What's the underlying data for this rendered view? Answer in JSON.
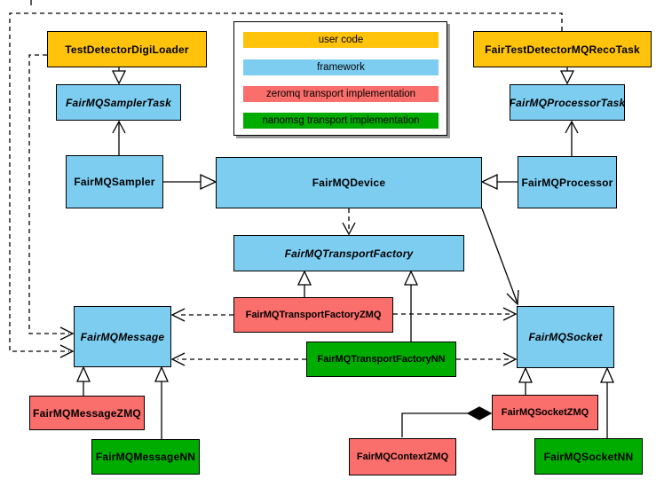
{
  "colors": {
    "user_code": "#FFC30B",
    "framework": "#7DCDF1",
    "zeromq": "#FA6E6B",
    "nanomsg": "#00AC00",
    "line": "#000000",
    "background": "#FFFFFF",
    "legend_shadow": "#9A9A9A"
  },
  "legend": {
    "items": [
      {
        "id": "user-code",
        "label": "user code",
        "color_key": "user_code"
      },
      {
        "id": "framework",
        "label": "framework",
        "color_key": "framework"
      },
      {
        "id": "zeromq",
        "label": "zeromq transport implementation",
        "color_key": "zeromq"
      },
      {
        "id": "nanomsg",
        "label": "nanomsg transport implementation",
        "color_key": "nanomsg"
      }
    ]
  },
  "nodes": {
    "digiloader": {
      "label": "TestDetectorDigiLoader",
      "category": "user_code",
      "abstract": false
    },
    "recotask": {
      "label": "FairTestDetectorMQRecoTask",
      "category": "user_code",
      "abstract": false
    },
    "samplertask": {
      "label": "FairMQSamplerTask",
      "category": "framework",
      "abstract": true
    },
    "processortask": {
      "label": "FairMQProcessorTask",
      "category": "framework",
      "abstract": true
    },
    "sampler": {
      "label": "FairMQSampler",
      "category": "framework",
      "abstract": false
    },
    "device": {
      "label": "FairMQDevice",
      "category": "framework",
      "abstract": false
    },
    "processor": {
      "label": "FairMQProcessor",
      "category": "framework",
      "abstract": false
    },
    "transportfactory": {
      "label": "FairMQTransportFactory",
      "category": "framework",
      "abstract": true
    },
    "factoryzmq": {
      "label": "FairMQTransportFactoryZMQ",
      "category": "zeromq",
      "abstract": false
    },
    "factorynn": {
      "label": "FairMQTransportFactoryNN",
      "category": "nanomsg",
      "abstract": false
    },
    "message": {
      "label": "FairMQMessage",
      "category": "framework",
      "abstract": true
    },
    "socket": {
      "label": "FairMQSocket",
      "category": "framework",
      "abstract": true
    },
    "messagezmq": {
      "label": "FairMQMessageZMQ",
      "category": "zeromq",
      "abstract": false
    },
    "messagenn": {
      "label": "FairMQMessageNN",
      "category": "nanomsg",
      "abstract": false
    },
    "socketzmq": {
      "label": "FairMQSocketZMQ",
      "category": "zeromq",
      "abstract": false
    },
    "socketnn": {
      "label": "FairMQSocketNN",
      "category": "nanomsg",
      "abstract": false
    },
    "contextzmq": {
      "label": "FairMQContextZMQ",
      "category": "zeromq",
      "abstract": false
    }
  }
}
